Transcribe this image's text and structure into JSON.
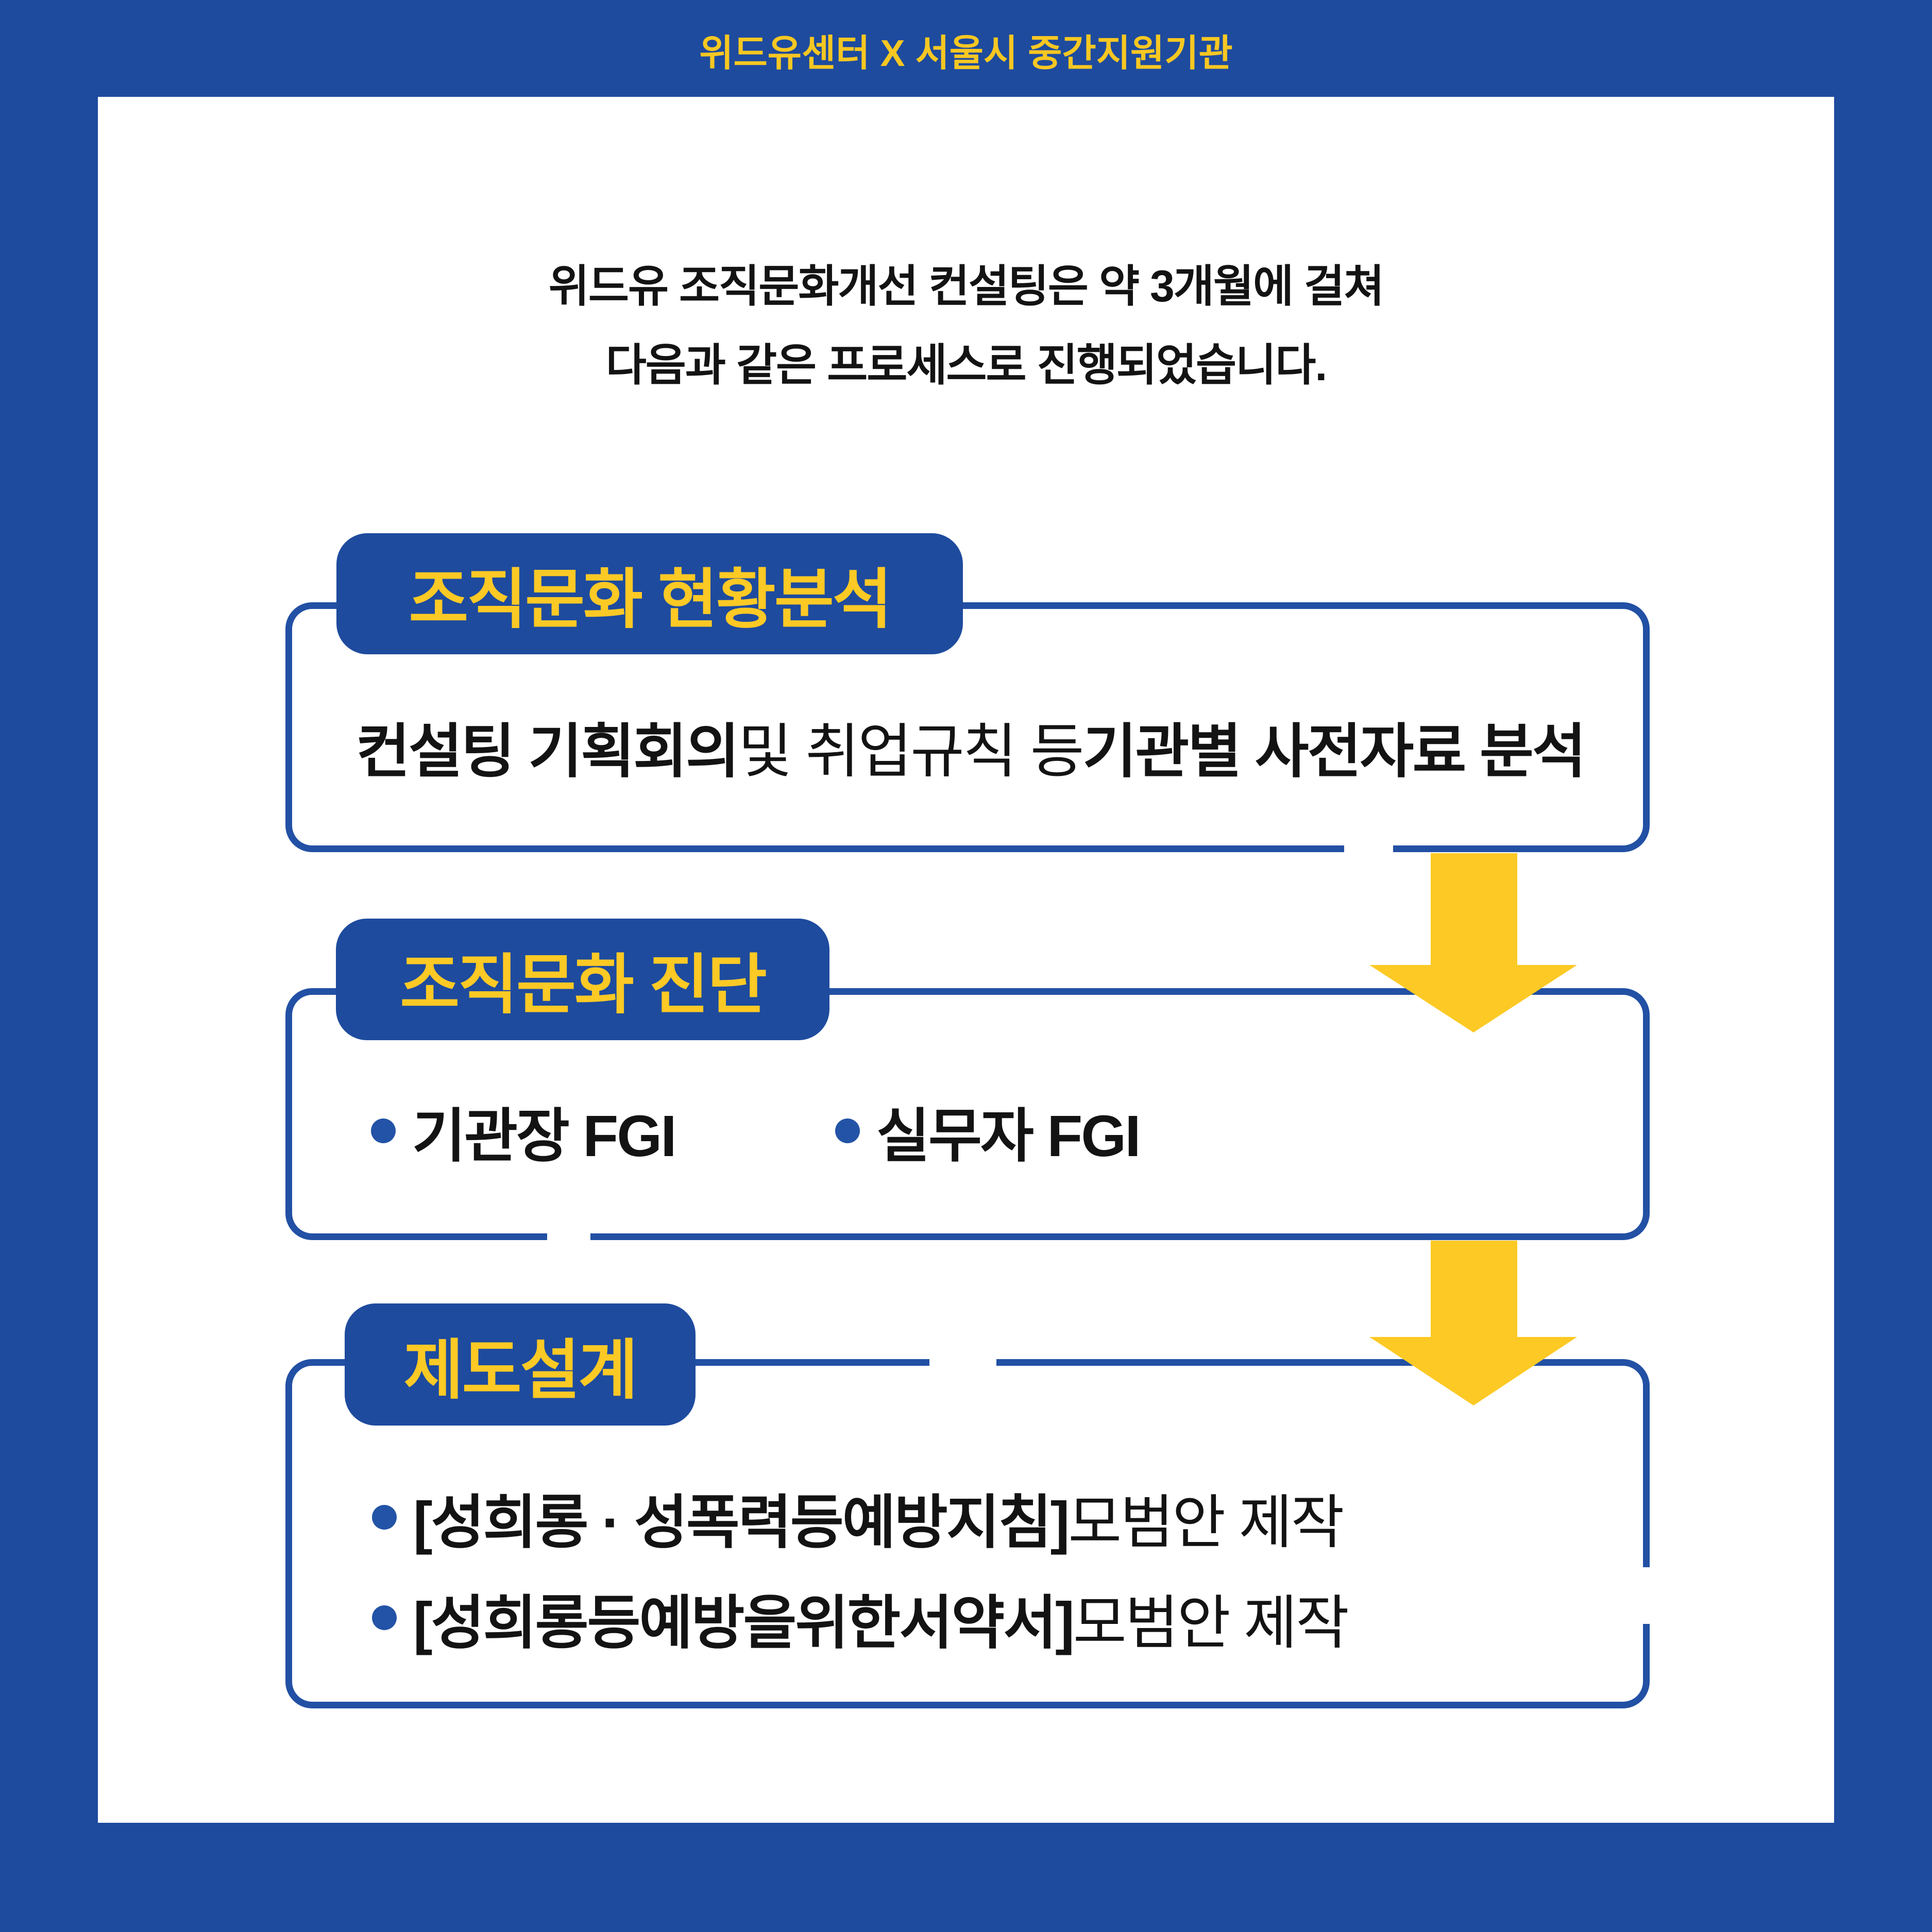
{
  "header": {
    "title": "위드유센터 X 서울시 중간지원기관"
  },
  "intro": {
    "line1": "위드유 조직문화개선 컨설팅은 약 3개월에 걸쳐",
    "line2": "다음과 같은 프로세스로 진행되었습니다."
  },
  "process": {
    "steps": [
      {
        "badge": "조직문화 현황분석",
        "content": {
          "bold_lead": "컨설팅 기획회의",
          "middle": " 및 취업규칙 등 ",
          "bold_tail": "기관별 사전자료 분석"
        }
      },
      {
        "badge": "조직문화 진단",
        "bullets": [
          {
            "text": "기관장 FGI"
          },
          {
            "text": "실무자 FGI"
          }
        ]
      },
      {
        "badge": "제도설계",
        "bullets": [
          {
            "strong": "[성희롱 · 성폭력등예방지침]",
            "rest": " 모범안 제작"
          },
          {
            "strong": "[성희롱등예방을위한서약서]",
            "rest": " 모범안 제작"
          }
        ]
      }
    ]
  },
  "colors": {
    "background_blue": "#1e4b9e",
    "outline_blue": "#2250a4",
    "bullet_dot_blue": "#2353a6",
    "arrow_yellow": "#fcc925",
    "title_yellow": "#f7c722",
    "text_ink": "#131313",
    "card_white": "#ffffff"
  }
}
